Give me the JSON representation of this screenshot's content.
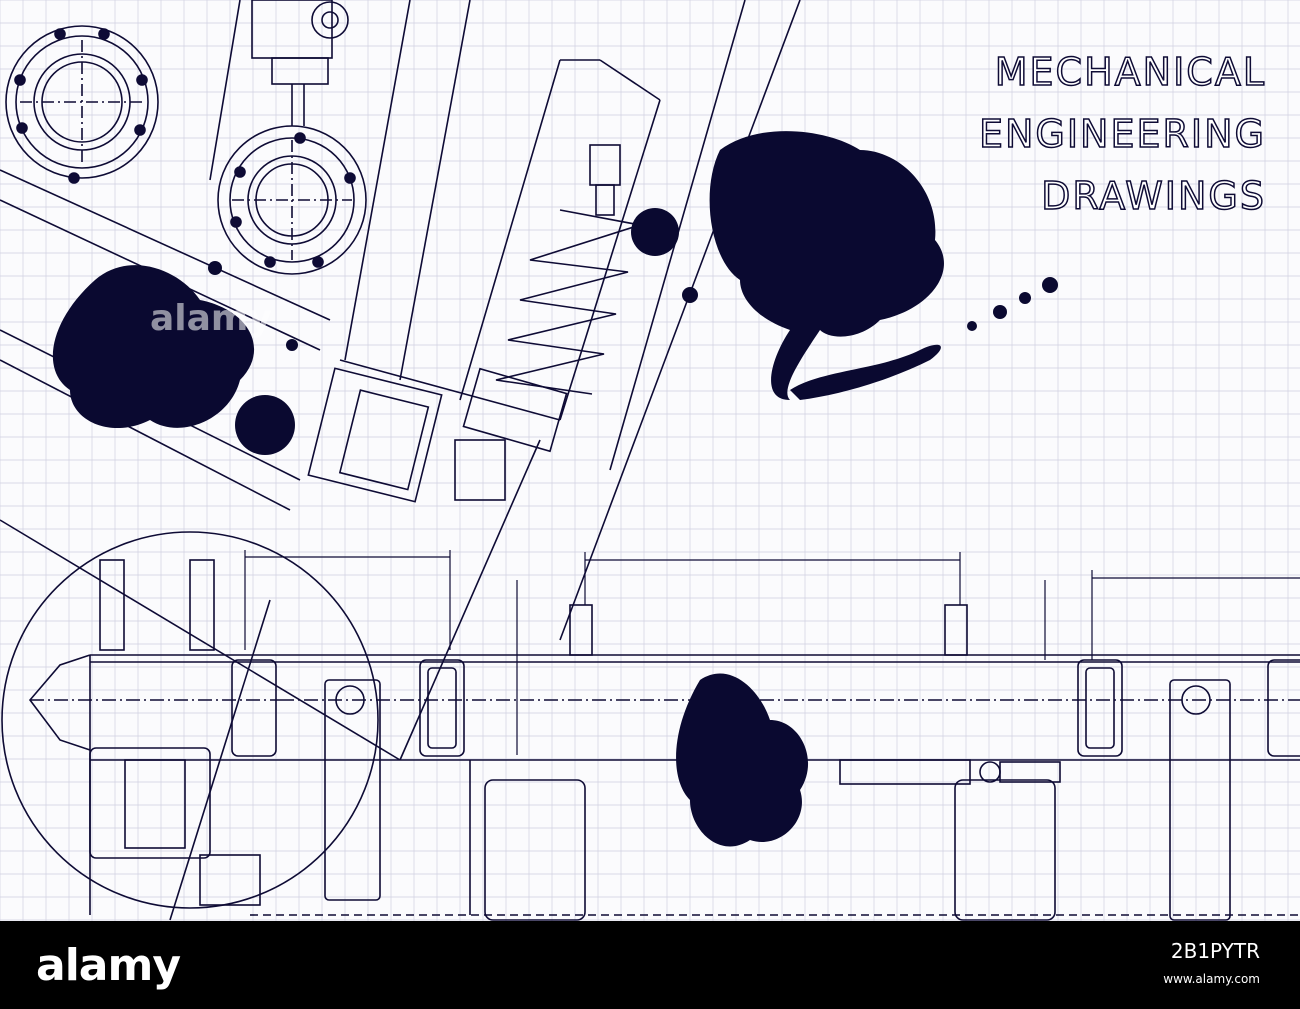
{
  "image": {
    "title_lines": [
      "MECHANICAL",
      "ENGINEERING",
      "DRAWINGS"
    ],
    "colors": {
      "ink": "#0e0b35",
      "grid": "#cfcfe0",
      "paper": "#fbfbfd",
      "footer": "#000000"
    }
  },
  "watermark": {
    "overlay_text": "alamy"
  },
  "footer": {
    "logo_text": "alamy",
    "image_id": "2B1PYTR",
    "reference": "www.alamy.com"
  }
}
